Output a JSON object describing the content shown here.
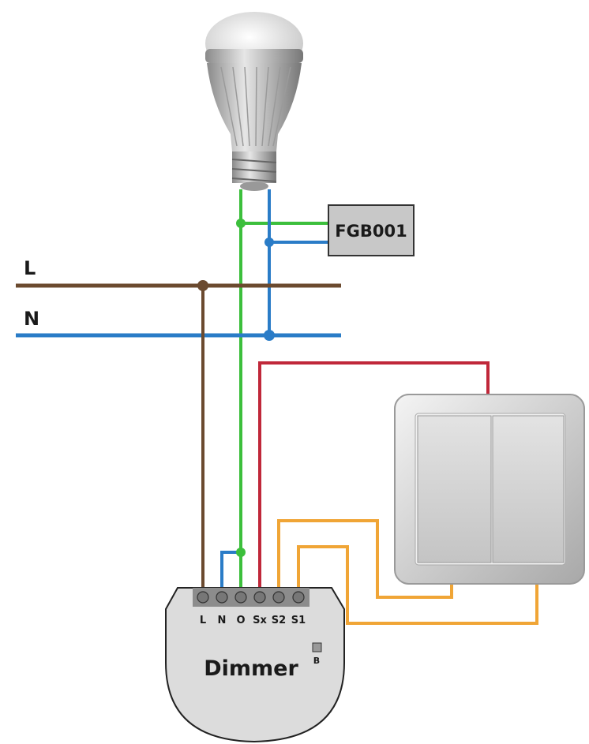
{
  "lines": {
    "L": "L",
    "N": "N"
  },
  "module": {
    "label": "FGB001"
  },
  "dimmer": {
    "title": "Dimmer",
    "button_label": "B",
    "terminals": [
      "L",
      "N",
      "O",
      "Sx",
      "S2",
      "S1"
    ]
  },
  "colors": {
    "live": "#6b4a2f",
    "neutral": "#2a7cc7",
    "output": "#3cbf3c",
    "sx": "#c0283a",
    "switch": "#f0a536"
  }
}
